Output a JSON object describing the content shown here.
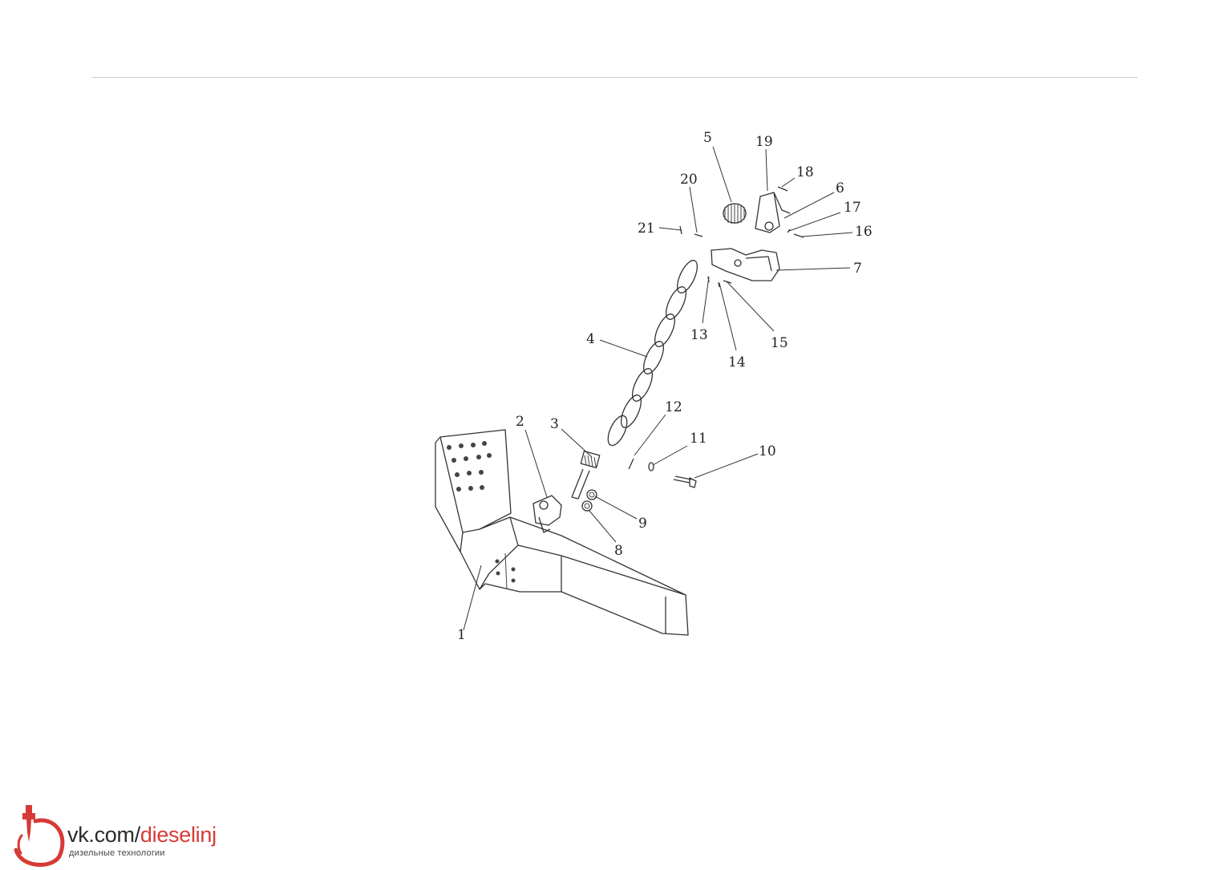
{
  "diagram": {
    "callouts": [
      "1",
      "2",
      "3",
      "4",
      "5",
      "6",
      "7",
      "8",
      "9",
      "10",
      "11",
      "12",
      "13",
      "14",
      "15",
      "16",
      "17",
      "18",
      "19",
      "20",
      "21"
    ]
  },
  "logo": {
    "url_prefix": "vk.com/",
    "url_name": "dieselinj",
    "tagline": "дизельные технологии",
    "accent_color": "#d63a36",
    "icon": "fuel-injector-icon"
  }
}
